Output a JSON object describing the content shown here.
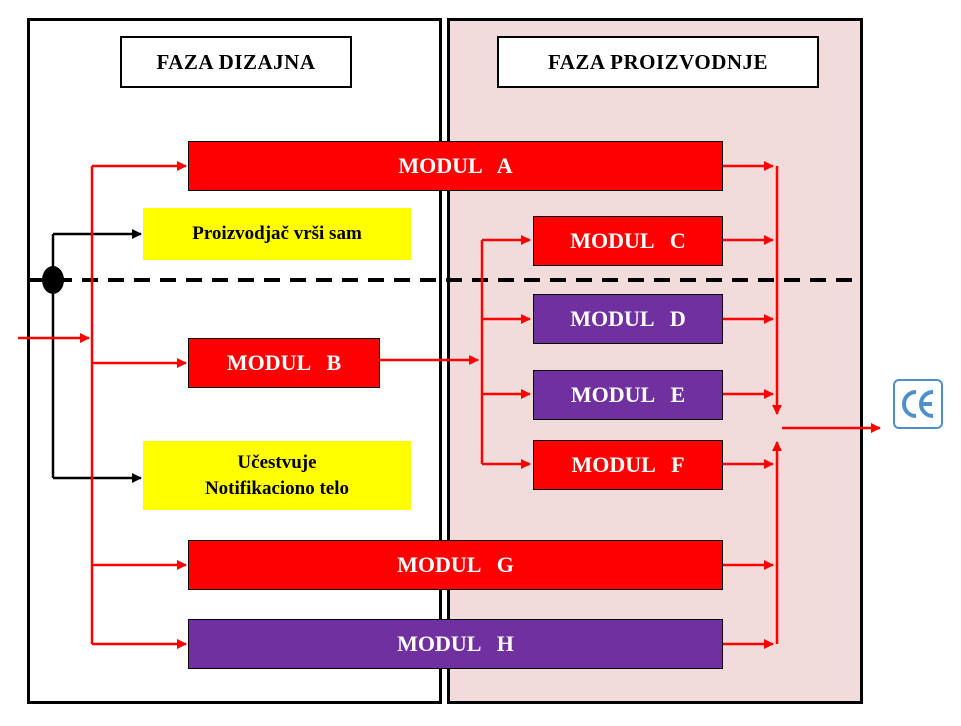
{
  "phases": {
    "design": "FAZA DIZAJNA",
    "production": "FAZA PROIZVODNJE"
  },
  "modules": {
    "a": "MODUL   A",
    "b": "MODUL   B",
    "c": "MODUL   C",
    "d": "MODUL   D",
    "e": "MODUL   E",
    "f": "MODUL   F",
    "g": "MODUL   G",
    "h": "MODUL   H"
  },
  "notes": {
    "self": "Proizvodjač vrši sam",
    "notified_line1": "Učestvuje",
    "notified_line2": "Notifikaciono telo"
  },
  "mark": "CE",
  "colors": {
    "red_module": "#ff0000",
    "purple_module": "#7030a0",
    "arrow_red": "#ff0000",
    "note_yellow": "#ffff00",
    "production_bg": "#f2dcdb",
    "ce_blue": "#4f90c9"
  }
}
